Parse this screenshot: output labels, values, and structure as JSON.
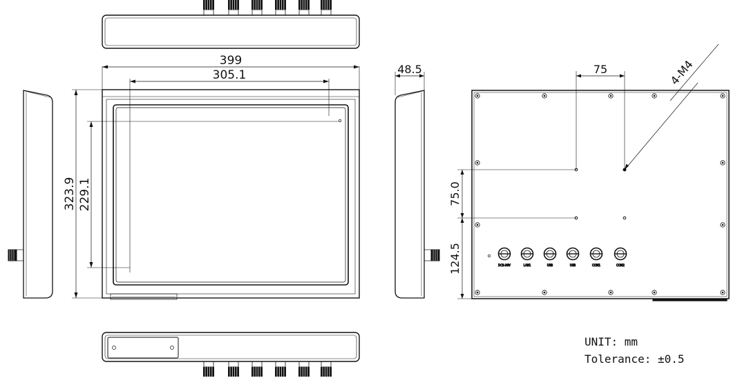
{
  "dimensions": {
    "width": "399",
    "screen_width": "305.1",
    "height": "323.9",
    "screen_height": "229.1",
    "depth": "48.5",
    "hole_spacing_h": "75",
    "hole_spacing_v": "75.0",
    "io_offset": "124.5",
    "hole_callout": "4-M4"
  },
  "notes": {
    "unit": "UNIT: mm",
    "tolerance": "Tolerance: ±0.5"
  },
  "rear_ports": [
    {
      "label": "DC9-36V"
    },
    {
      "label": "LAN1"
    },
    {
      "label": "USB"
    },
    {
      "label": "USB"
    },
    {
      "label": "COM1"
    },
    {
      "label": "COM2"
    }
  ]
}
